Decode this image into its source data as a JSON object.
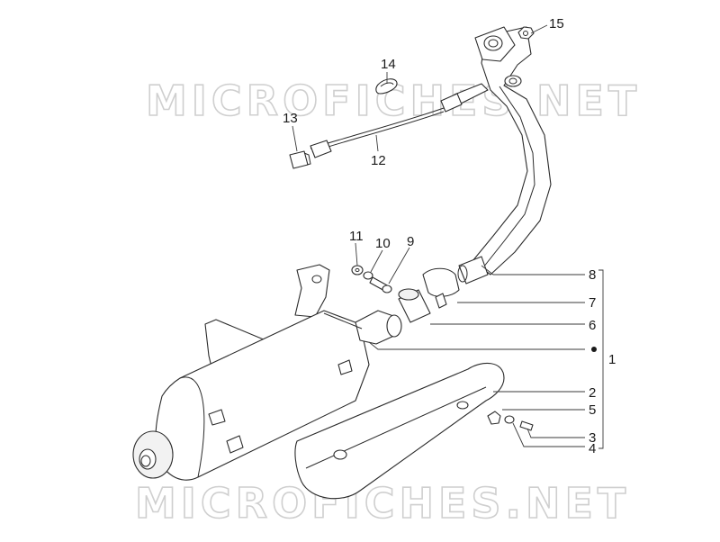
{
  "watermark": {
    "text_top": "MICROFICHES.NET",
    "text_bottom": "MICROFICHES.NET"
  },
  "callouts": {
    "c1": "1",
    "c2": "2",
    "c3": "3",
    "c4": "4",
    "c5": "5",
    "c6": "6",
    "c7": "7",
    "c8": "8",
    "c9": "9",
    "c10": "10",
    "c11": "11",
    "c12": "12",
    "c13": "13",
    "c14": "14",
    "c15": "15"
  },
  "colors": {
    "line": "#2b2b2b",
    "watermark": "#cfcfcf",
    "background": "#ffffff"
  }
}
